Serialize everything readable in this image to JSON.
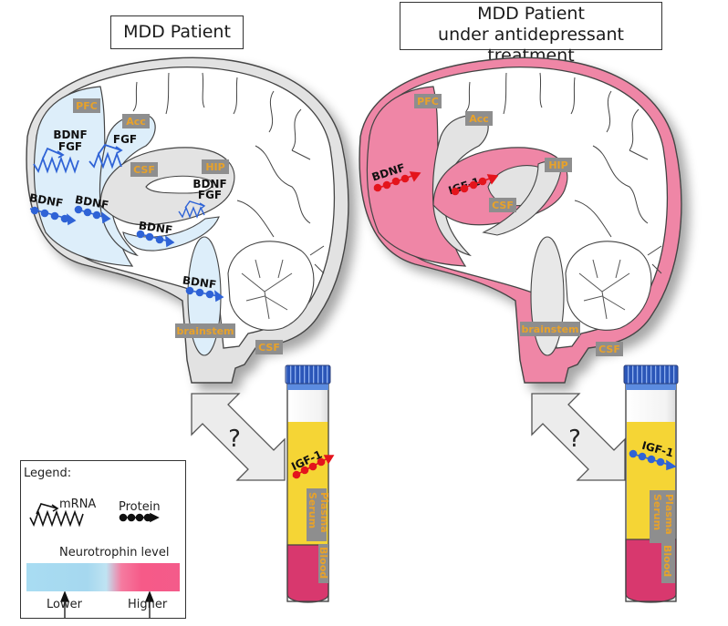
{
  "titles": {
    "left": "MDD Patient",
    "right_line1": "MDD Patient",
    "right_line2": "under antidepressant treatment"
  },
  "colors": {
    "lower_level": "#a8dcf2",
    "higher_level": "#f45b8a",
    "brain_pink": "#ef86a6",
    "brain_blue": "#ddeefa",
    "label_box": "#8e8e8e",
    "label_text": "#e8a22a",
    "protein_blue": "#2f63d6",
    "protein_red": "#e4141c",
    "plasma_yellow": "#f5d535",
    "blood_red": "#d8386e",
    "cap_blue": "#2b56b8"
  },
  "left_brain": {
    "regions": [
      "PFC",
      "Acc",
      "CSF",
      "HIP",
      "brainstem",
      "CSF"
    ],
    "molecules": [
      {
        "label": "BDNF",
        "line2": "FGF",
        "type": "mRNA",
        "level": "lower"
      },
      {
        "label": "FGF",
        "type": "mRNA",
        "level": "lower"
      },
      {
        "label": "BDNF",
        "line2": "FGF",
        "type": "mRNA",
        "level": "lower"
      },
      {
        "label": "BDNF",
        "type": "protein",
        "level": "lower"
      },
      {
        "label": "BDNF",
        "type": "protein",
        "level": "lower"
      },
      {
        "label": "BDNF",
        "type": "protein",
        "level": "lower"
      },
      {
        "label": "BDNF",
        "type": "protein",
        "level": "lower"
      }
    ]
  },
  "right_brain": {
    "regions": [
      "PFC",
      "Acc",
      "HIP",
      "CSF",
      "brainstem",
      "CSF"
    ],
    "molecules": [
      {
        "label": "BDNF",
        "type": "protein",
        "level": "higher"
      },
      {
        "label": "IGF-1",
        "type": "protein",
        "level": "higher"
      }
    ]
  },
  "left_tube": {
    "molecule": "IGF-1",
    "level": "higher",
    "labels": [
      "Plasma",
      "Serum",
      "Blood"
    ]
  },
  "right_tube": {
    "molecule": "IGF-1",
    "level": "lower",
    "labels": [
      "Plasma",
      "Serum",
      "Blood"
    ]
  },
  "question_mark": "?",
  "legend": {
    "title": "Legend:",
    "mrna": "mRNA",
    "protein": "Protein",
    "scale_title": "Neurotrophin level",
    "lower": "Lower",
    "higher": "Higher"
  }
}
